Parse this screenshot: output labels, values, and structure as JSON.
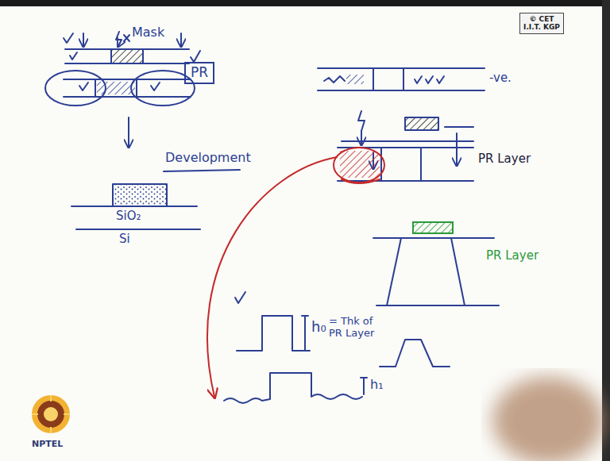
{
  "diagram": {
    "nodes": [
      {
        "text": [
          "© CET I.I.T. KGP"
        ]
      },
      {
        "text": [
          "PR"
        ]
      }
    ],
    "labels": [
      "Mask",
      "Development",
      "SiO₂",
      "Si",
      "-ve.",
      "PR Layer",
      "PR Layer",
      "h₀",
      "= Thk of PR Layer",
      "h₁",
      "NPTEL"
    ]
  }
}
